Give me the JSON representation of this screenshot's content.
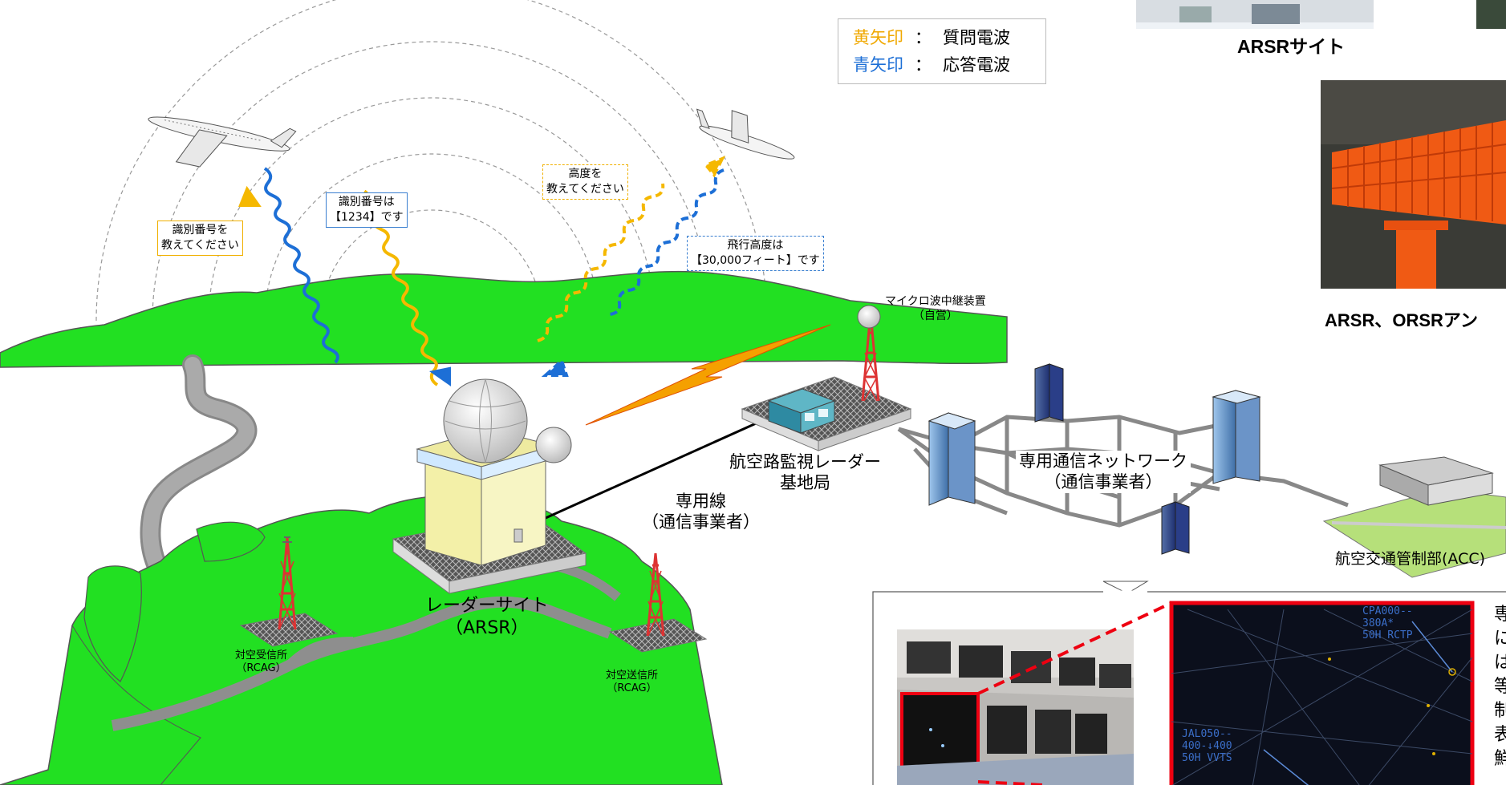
{
  "legend": {
    "yellow_label": "黄矢印",
    "yellow_meaning": "質問電波",
    "blue_label": "青矢印",
    "blue_meaning": "応答電波",
    "separator": "：",
    "yellow_color": "#f0a800",
    "blue_color": "#1d6fd6"
  },
  "bubbles": {
    "ask_id": [
      "識別番号を",
      "教えてください"
    ],
    "reply_id": [
      "識別番号は",
      "【1234】です"
    ],
    "ask_alt": [
      "高度を",
      "教えてください"
    ],
    "reply_alt": [
      "飛行高度は",
      "【30,000フィート】です"
    ]
  },
  "labels": {
    "microwave": [
      "マイクロ波中継装置",
      "（自営）"
    ],
    "base_station": [
      "航空路監視レーダー",
      "基地局"
    ],
    "network": [
      "専用通信ネットワーク",
      "（通信事業者）"
    ],
    "leased_line": [
      "専用線",
      "（通信事業者）"
    ],
    "radar_site": [
      "レーダーサイト",
      "（ARSR）"
    ],
    "rx_station": [
      "対空受信所",
      "（RCAG）"
    ],
    "tx_station": [
      "対空送信所",
      "（RCAG）"
    ],
    "acc": "航空交通管制部(ACC)"
  },
  "photos": {
    "arsr_site_caption": "ARSRサイト",
    "antenna_caption": "ARSR、ORSRアン"
  },
  "radar_screen": {
    "target1": [
      "CPA000--",
      "380A*",
      "50H RCTP"
    ],
    "target2": [
      "JAL050--",
      "400-↓400",
      "50H VVTS"
    ]
  },
  "side_text": [
    "専",
    "に",
    "は",
    "等",
    "制",
    "表",
    "鮮"
  ]
}
